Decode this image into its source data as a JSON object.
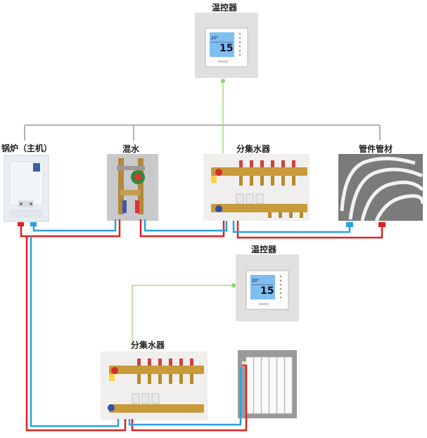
{
  "labels": {
    "thermostat_top": "温控器",
    "boiler": "锅炉（主机）",
    "mixer": "混水",
    "manifold_top": "分集水器",
    "pipes": "管件管材",
    "thermostat_mid": "温控器",
    "manifold_bottom": "分集水器"
  },
  "thermostat_screen": {
    "temp_big": "15",
    "temp_small": "20°"
  },
  "colors": {
    "hot": "#e02020",
    "cold": "#2aa0e0",
    "signal": "#8fd46a",
    "frame": "#999999"
  }
}
